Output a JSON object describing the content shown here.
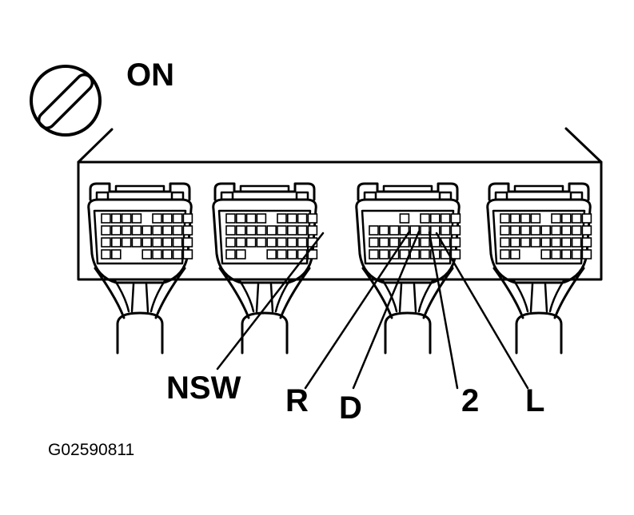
{
  "ignition": {
    "icon": "ignition-key-icon",
    "state_label": "ON"
  },
  "connectors": [
    {
      "id": "connector-1"
    },
    {
      "id": "connector-2"
    },
    {
      "id": "connector-3"
    },
    {
      "id": "connector-4"
    }
  ],
  "terminals": [
    {
      "label": "NSW",
      "connector": 2
    },
    {
      "label": "R",
      "connector": 3
    },
    {
      "label": "D",
      "connector": 3
    },
    {
      "label": "2",
      "connector": 3
    },
    {
      "label": "L",
      "connector": 3
    }
  ],
  "figure_code": "G02590811",
  "colors": {
    "ink": "#000000",
    "paper": "#ffffff"
  }
}
